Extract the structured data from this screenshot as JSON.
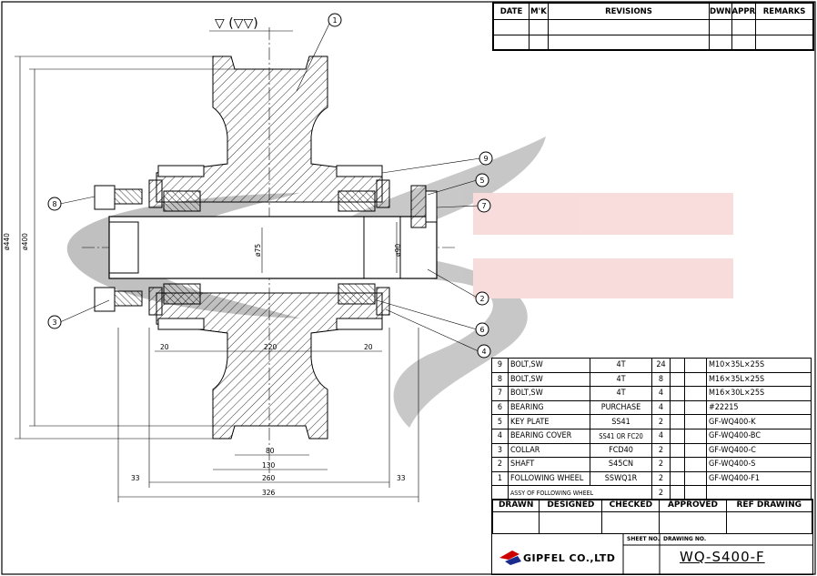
{
  "revisions": {
    "headers": [
      "DATE",
      "M'K",
      "REVISIONS",
      "DWN",
      "APPR",
      "REMARKS"
    ]
  },
  "drawing": {
    "surface_mark": "▽ (▽▽)",
    "dims": {
      "d440": "ø440",
      "d400": "ø400",
      "d75": "ø75",
      "d90": "ø90",
      "w20a": "20",
      "w220": "220",
      "w20b": "20",
      "w80": "80",
      "w130": "130",
      "w260": "260",
      "w326": "326",
      "w33a": "33",
      "w33b": "33"
    },
    "balloons": [
      "1",
      "2",
      "3",
      "4",
      "5",
      "6",
      "7",
      "8",
      "9"
    ]
  },
  "bom": {
    "rows": [
      {
        "no": "9",
        "name": "BOLT,SW",
        "material": "4T",
        "qty": "24",
        "remarks": "M10×35L×25S"
      },
      {
        "no": "8",
        "name": "BOLT,SW",
        "material": "4T",
        "qty": "8",
        "remarks": "M16×35L×25S"
      },
      {
        "no": "7",
        "name": "BOLT,SW",
        "material": "4T",
        "qty": "4",
        "remarks": "M16×30L×25S"
      },
      {
        "no": "6",
        "name": "BEARING",
        "material": "PURCHASE",
        "qty": "4",
        "remarks": "#22215"
      },
      {
        "no": "5",
        "name": "KEY PLATE",
        "material": "SS41",
        "qty": "2",
        "remarks": "GF-WQ400-K"
      },
      {
        "no": "4",
        "name": "BEARING COVER",
        "material": "SS41 OR FC20",
        "qty": "4",
        "remarks": "GF-WQ400-BC"
      },
      {
        "no": "3",
        "name": "COLLAR",
        "material": "FCD40",
        "qty": "2",
        "remarks": "GF-WQ400-C"
      },
      {
        "no": "2",
        "name": "SHAFT",
        "material": "S45CN",
        "qty": "2",
        "remarks": "GF-WQ400-S"
      },
      {
        "no": "1",
        "name": "FOLLOWING WHEEL",
        "material": "SSWQ1R",
        "qty": "2",
        "remarks": "GF-WQ400-F1"
      }
    ],
    "assy": {
      "name": "ASSY OF FOLLOWING WHEEL",
      "qty": "2"
    }
  },
  "title_block": {
    "sig_headers": [
      "DRAWN",
      "DESIGNED",
      "CHECKED",
      "APPROVED",
      "REF DRAWING"
    ],
    "company": "GIPFEL CO.,LTD",
    "sheet_no_label": "SHEET NO.",
    "drawing_no_label": "DRAWING NO.",
    "drawing_no": "WQ-S400-F"
  },
  "colors": {
    "watermark_red": "#cc0000",
    "watermark_gray": "#9a9a9a",
    "stripe": "#f4c0c0"
  }
}
